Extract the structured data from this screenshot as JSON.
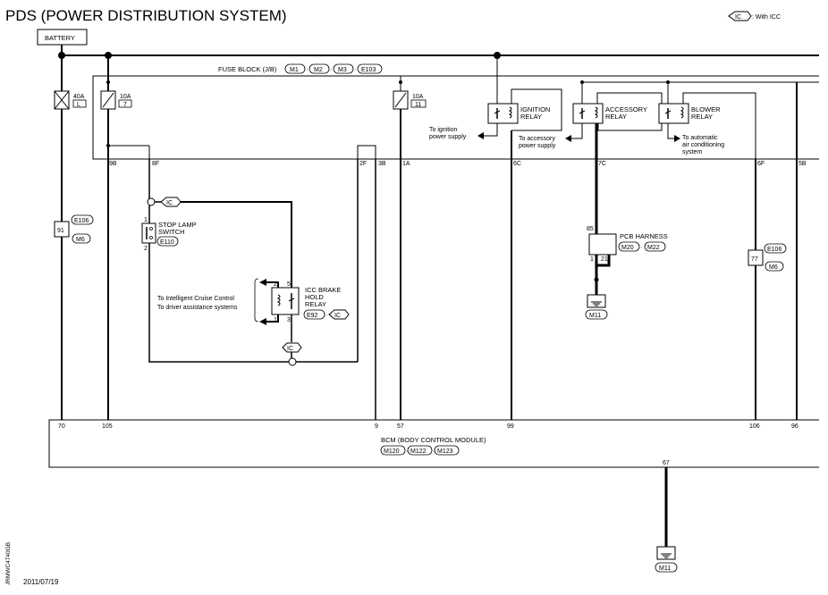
{
  "title": "PDS (POWER DISTRIBUTION SYSTEM)",
  "legend": {
    "code": "IC",
    "text": ": With ICC"
  },
  "battery": "BATTERY",
  "fuse_block": {
    "label": "FUSE BLOCK (J/B)",
    "sep1": "·",
    "sep2": "·",
    "sep3": "·",
    "connectors": [
      "M1",
      "M2",
      "M3",
      "E103"
    ]
  },
  "fuses": [
    {
      "amp": "40A",
      "id": "L"
    },
    {
      "amp": "10A",
      "id": "7"
    },
    {
      "amp": "10A",
      "id": "11"
    }
  ],
  "relays": {
    "ignition": [
      "IGNITION",
      "RELAY"
    ],
    "accessory": [
      "ACCESSORY",
      "RELAY"
    ],
    "blower": [
      "BLOWER",
      "RELAY"
    ]
  },
  "supplies": {
    "ignition": [
      "To ignition",
      "power supply"
    ],
    "accessory": [
      "To accessory",
      "power supply"
    ],
    "aircon": [
      "To automatic",
      "air conditioning",
      "system"
    ]
  },
  "fb_terminals": [
    "9B",
    "8F",
    "2F",
    "3B",
    "1A",
    "6C",
    "7C",
    "6F",
    "5B"
  ],
  "connectors": {
    "e106": "E106",
    "m6": "M6",
    "t91": "91",
    "t77": "77"
  },
  "stop_lamp": {
    "label": [
      "STOP LAMP",
      "SWITCH"
    ],
    "conn": "E110",
    "pin1": "1",
    "pin2": "2"
  },
  "icc": {
    "label": [
      "ICC BRAKE",
      "HOLD",
      "RELAY"
    ],
    "conn": "E92",
    "pins": [
      "2",
      "5",
      "1",
      "3"
    ],
    "note": [
      "To Intelligent Cruise Control",
      "To driver assistance systems"
    ]
  },
  "pcb": {
    "label": "PCB HARNESS",
    "conns": [
      "M20",
      "M22"
    ],
    "pins": [
      "85",
      "1",
      "21"
    ]
  },
  "ground_conn": "M11",
  "bcm": {
    "label": "BCM (BODY CONTROL MODULE)",
    "conns": [
      "M120",
      "M122",
      "M123"
    ],
    "pins": [
      "70",
      "105",
      "9",
      "57",
      "99",
      "106",
      "96"
    ],
    "pin67": "67"
  },
  "date": "2011/07/19",
  "code": "JRMWC4740GB"
}
